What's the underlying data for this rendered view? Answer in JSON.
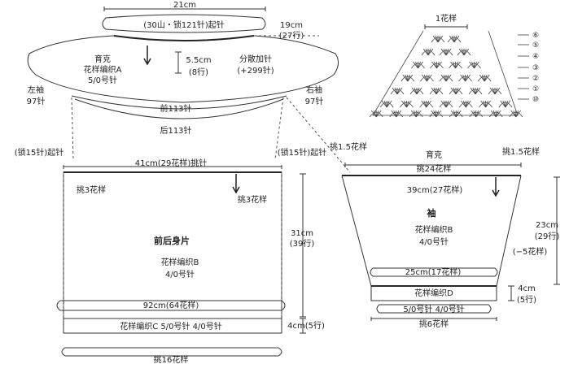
{
  "yoke": {
    "top_width": "21cm",
    "neck_start": "(30山・锁121针)起针",
    "right_depth": "19cm",
    "right_rows": "(27行)",
    "title": "育克",
    "pattern": "花样编织A",
    "needle": "5/0号针",
    "height": "5.5cm",
    "height_rows": "(8行)",
    "increase": "分散加针",
    "increase_count": "(+299针)",
    "left_sleeve": "左袖",
    "left_sleeve_count": "97针",
    "right_sleeve": "右袖",
    "right_sleeve_count": "97针",
    "front": "前113针",
    "back": "后113针"
  },
  "chart": {
    "title": "1花样",
    "row_marks": [
      "⑥",
      "⑤",
      "④",
      "③",
      "②",
      "①",
      "⑩"
    ]
  },
  "body": {
    "left_start": "(锁15针)起针",
    "right_start": "(锁15针)起针",
    "top_width": "41cm(29花样)挑针",
    "pick_left": "挑3花样",
    "pick_right": "挑3花样",
    "title": "前后身片",
    "pattern": "花样编织B",
    "needle": "4/0号针",
    "height": "31cm",
    "height_rows": "(39行)",
    "bottom_width": "92cm(64花样)",
    "hem": "花样编织C 5/0号针 4/0号针",
    "hem_height": "4cm(5行)",
    "hem_pick": "挑16花样"
  },
  "sleeve": {
    "pick_left": "挑1.5花样",
    "pick_right": "挑1.5花样",
    "yoke_label": "育克",
    "yoke_pick": "挑24花样",
    "top_width": "39cm(27花样)",
    "title": "袖",
    "pattern": "花样编织B",
    "needle": "4/0号针",
    "height": "23cm",
    "height_rows": "(29行)",
    "decrease": "(−5花样)",
    "bottom_width": "25cm(17花样)",
    "cuff": "花样编织D",
    "cuff_height": "4cm",
    "cuff_rows": "(5行)",
    "cuff_needles": "5/0号针 4/0号针",
    "cuff_pick": "挑6花样"
  }
}
